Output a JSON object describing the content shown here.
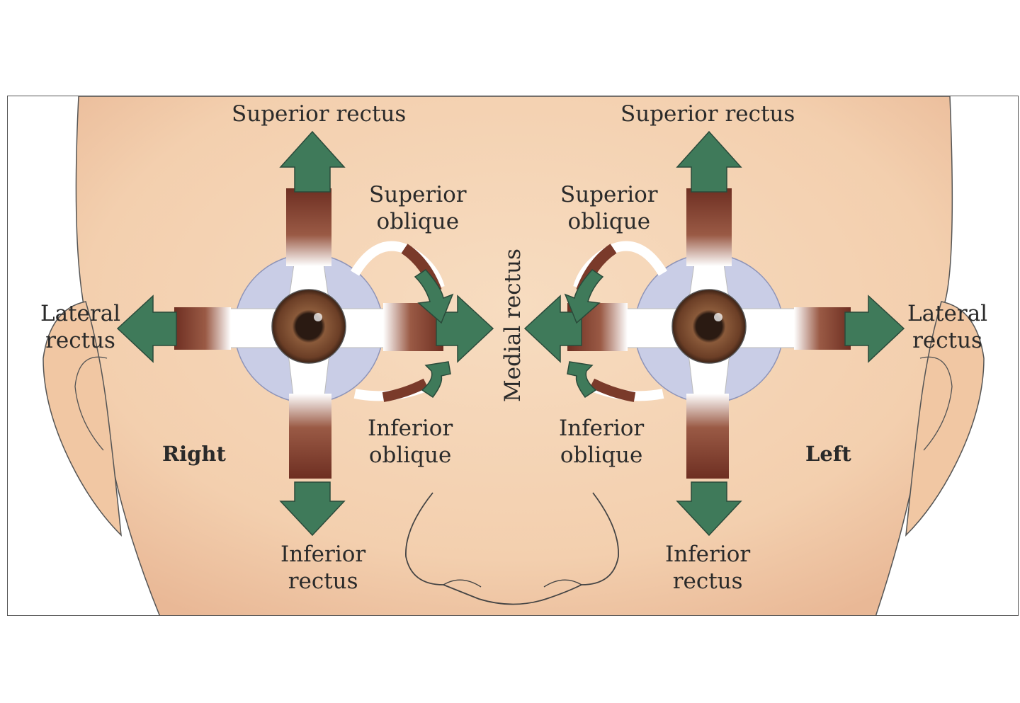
{
  "labels": {
    "right_superior_rectus": "Superior rectus",
    "left_superior_rectus": "Superior rectus",
    "right_superior_oblique": [
      "Superior",
      "oblique"
    ],
    "left_superior_oblique": [
      "Superior",
      "oblique"
    ],
    "right_lateral_rectus": [
      "Lateral",
      "rectus"
    ],
    "left_lateral_rectus": [
      "Lateral",
      "rectus"
    ],
    "medial_rectus": "Medial rectus",
    "right_inferior_oblique": [
      "Inferior",
      "oblique"
    ],
    "left_inferior_oblique": [
      "Inferior",
      "oblique"
    ],
    "right_inferior_rectus": [
      "Inferior",
      "rectus"
    ],
    "left_inferior_rectus": [
      "Inferior",
      "rectus"
    ],
    "right_side": "Right",
    "left_side": "Left"
  },
  "colors": {
    "skin": "#f4d3b2",
    "skin_shadow": "#e6b08f",
    "muscle": "#7a3a2a",
    "tendon": "#ffffff",
    "sclera_blue": "#c9cde6",
    "iris": "#6b3e26",
    "arrow_green": "#3f7a5a",
    "outline": "#444444"
  }
}
